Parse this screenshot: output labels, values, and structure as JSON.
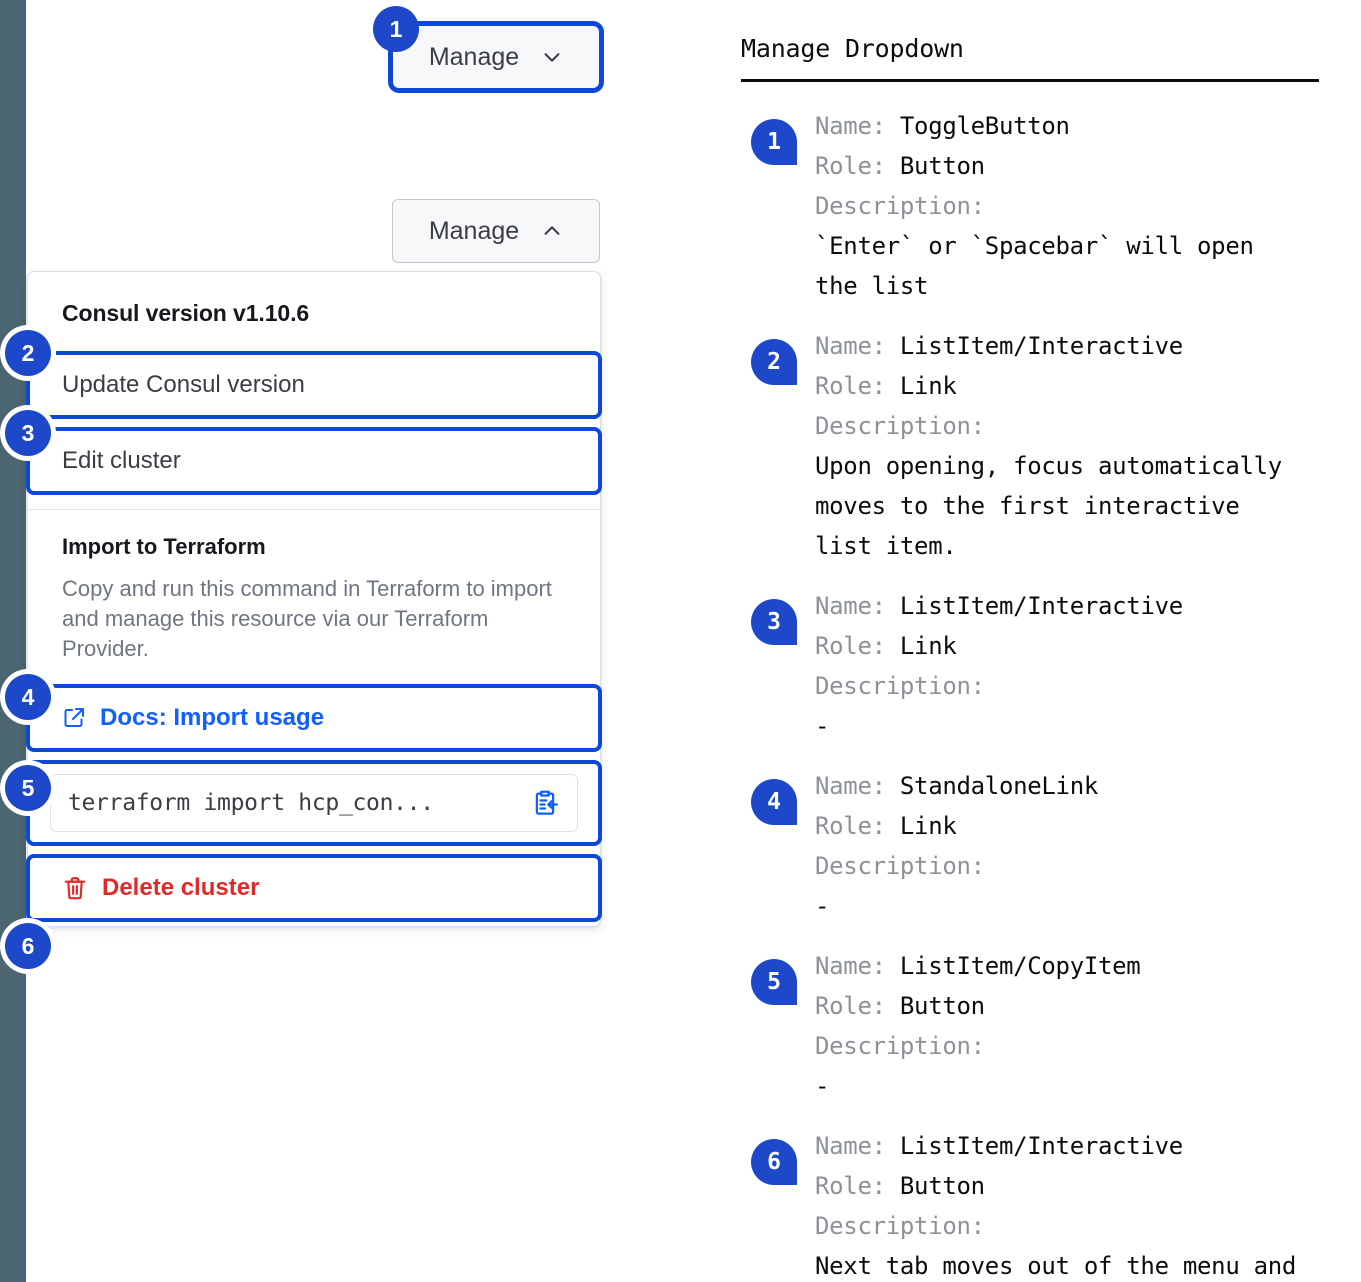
{
  "app": {
    "rail_color": "#4b6670",
    "accent": "#1c48c9",
    "focus_ring": "#0b49d6",
    "link_color": "#1060ff",
    "danger_color": "#e02a2a"
  },
  "demo": {
    "button_focused": {
      "label": "Manage",
      "chevron": "chevron-down-icon"
    },
    "button_open": {
      "label": "Manage",
      "chevron": "chevron-up-icon"
    },
    "dropdown": {
      "version_heading": "Consul version v1.10.6",
      "update_item": "Update Consul version",
      "edit_item": "Edit cluster",
      "terraform_title": "Import to Terraform",
      "terraform_body": "Copy and run this command in Terraform to import and manage this resource via our Terraform Provider.",
      "docs_link": "Docs: Import usage",
      "docs_icon": "external-link-icon",
      "command_value": "terraform import hcp_con...",
      "copy_icon": "clipboard-copy-icon",
      "delete_item": "Delete cluster",
      "delete_icon": "trash-icon"
    },
    "markers": [
      "1",
      "2",
      "3",
      "4",
      "5",
      "6"
    ]
  },
  "legend": {
    "title": "Manage Dropdown",
    "labels": {
      "name": "Name:",
      "role": "Role:",
      "description": "Description:"
    },
    "items": [
      {
        "number": "1",
        "name": "ToggleButton",
        "role": "Button",
        "description": "`Enter` or `Spacebar` will open\nthe list"
      },
      {
        "number": "2",
        "name": "ListItem/Interactive",
        "role": "Link",
        "description": "Upon opening, focus automatically\nmoves to the first interactive\nlist item."
      },
      {
        "number": "3",
        "name": "ListItem/Interactive",
        "role": "Link",
        "description": "-"
      },
      {
        "number": "4",
        "name": "StandaloneLink",
        "role": "Link",
        "description": "-"
      },
      {
        "number": "5",
        "name": "ListItem/CopyItem",
        "role": "Button",
        "description": "-"
      },
      {
        "number": "6",
        "name": "ListItem/Interactive",
        "role": "Button",
        "description": "Next tab moves out of the menu and\nto the next focusable element"
      }
    ]
  }
}
